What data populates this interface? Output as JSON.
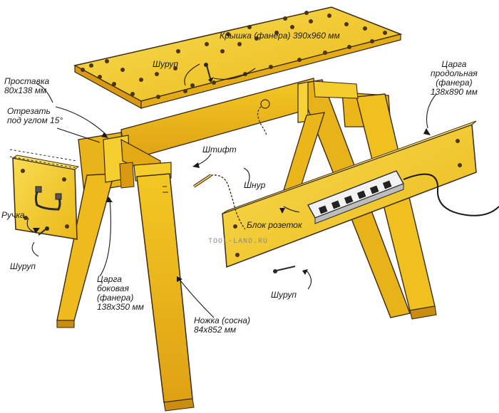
{
  "labels": {
    "top": "Крышка (фанера) 390x960 мм",
    "screw_top": "Шуруп",
    "spacer": [
      "Проставка",
      "80x138 мм"
    ],
    "cut": [
      "Отрезать",
      "под углом 15°"
    ],
    "long_rail": [
      "Царга",
      "продольная",
      "(фанера)",
      "138x890 мм"
    ],
    "pin": "Штифт",
    "cord": "Шнур",
    "socket_block": "Блок розеток",
    "handle": "Ручка",
    "screw_left": "Шуруп",
    "side_rail": [
      "Царга",
      "боковая",
      "(фанера)",
      "138x350 мм"
    ],
    "leg": [
      "Ножка (сосна)",
      "84x852 мм"
    ],
    "screw_right": "Шуруп"
  },
  "watermark": "TOOL-LAND.RU",
  "colors": {
    "wood": "#f2c21e",
    "wood_light": "#f7d94a",
    "wood_dark": "#d99a12",
    "outline": "#3a2a10",
    "hole": "#4a3510"
  }
}
